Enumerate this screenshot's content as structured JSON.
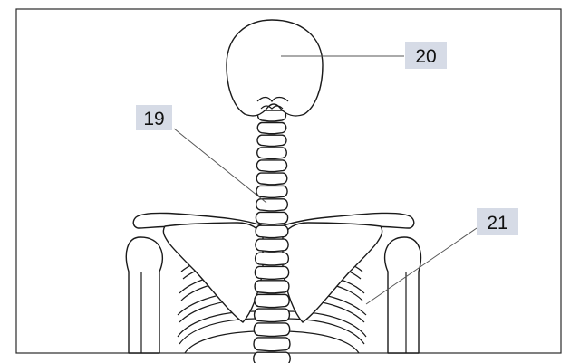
{
  "figure": {
    "callouts": [
      {
        "id": "20",
        "label": "20",
        "target": "skull"
      },
      {
        "id": "19",
        "label": "19",
        "target": "cervical-vertebrae"
      },
      {
        "id": "21",
        "label": "21",
        "target": "ribs"
      }
    ],
    "colors": {
      "label_box": "#d6dbe6",
      "outline": "#1a1a1a",
      "background": "#ffffff",
      "leader": "#555555"
    }
  }
}
